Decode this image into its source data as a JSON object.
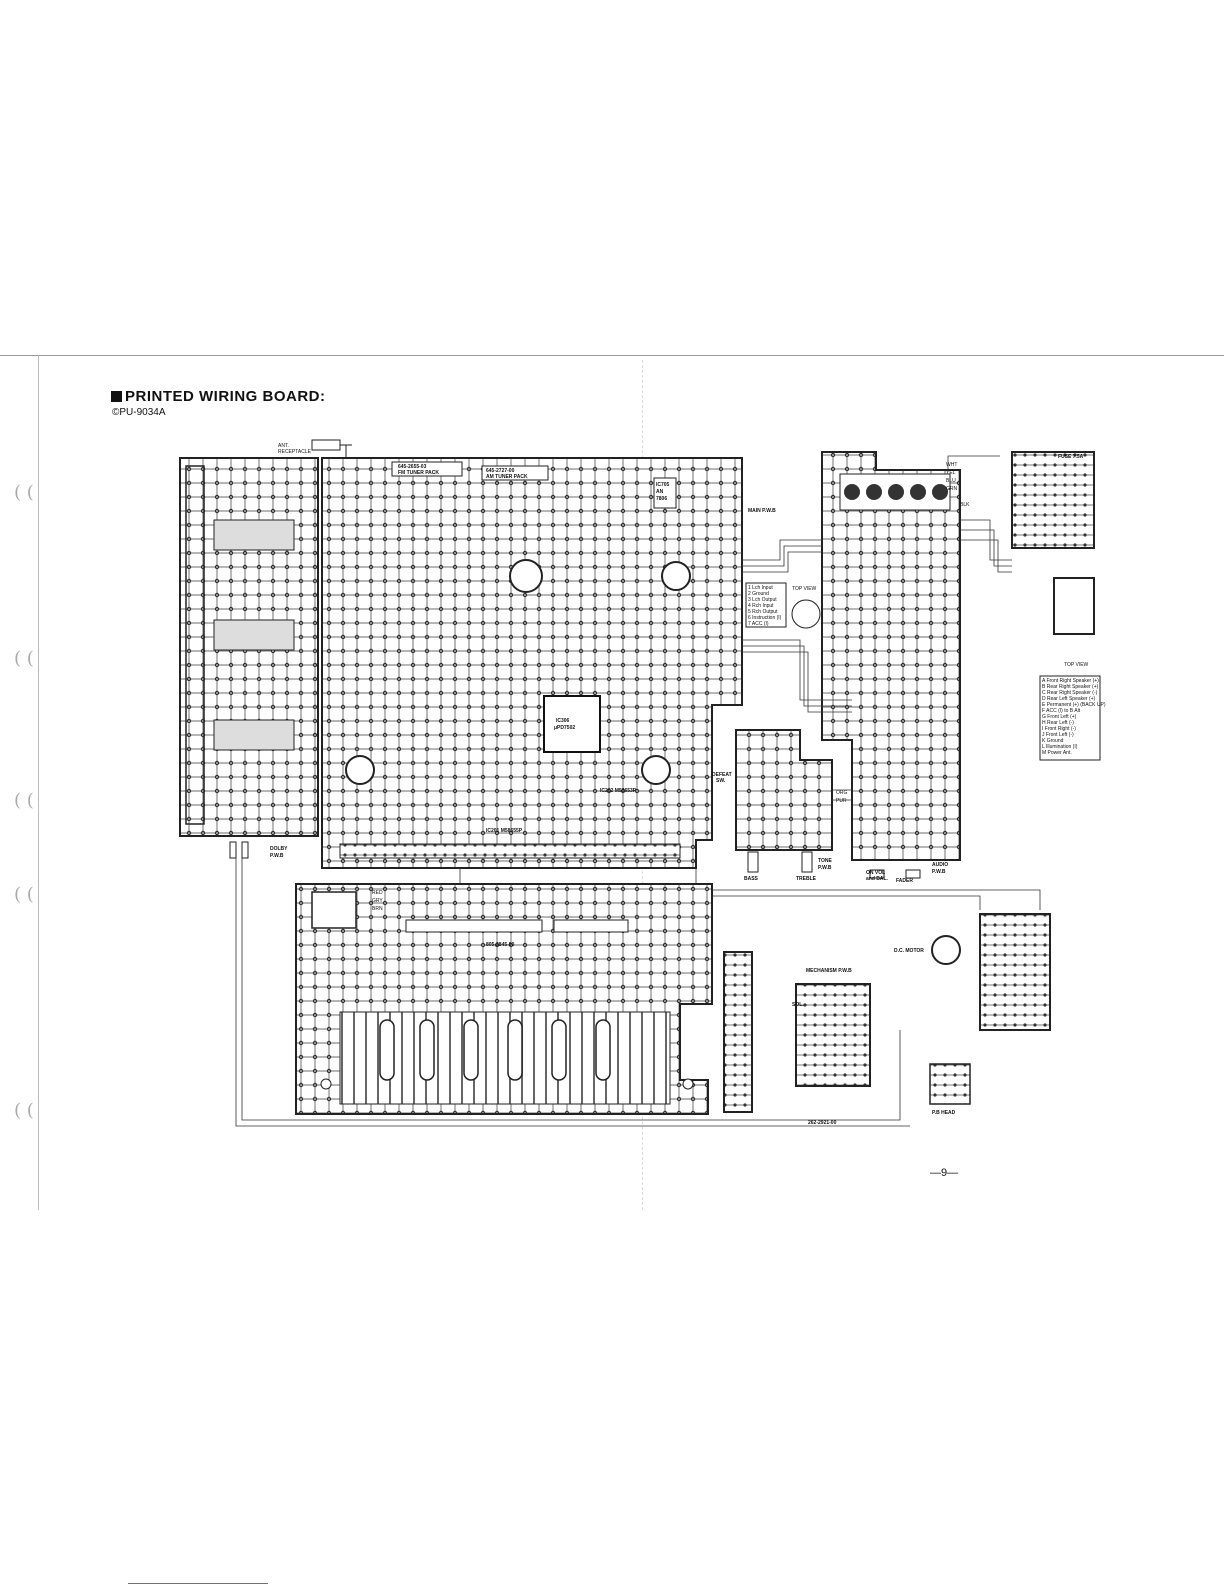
{
  "header": {
    "title": "PRINTED WIRING BOARD:",
    "model": "©PU-9034A"
  },
  "page_number": "—9—",
  "labels": {
    "ant_receptacle_1": "ANT.",
    "ant_receptacle_2": "RECEPTACLE",
    "fm_tuner_pack_code": "645-2655-03",
    "fm_tuner_pack": "FM TUNER PACK",
    "am_tuner_pack_code": "645-2727-00",
    "am_tuner_pack": "AM TUNER PACK",
    "ic705_1": "IC705",
    "ic705_2": "AN",
    "ic705_3": "7806",
    "main_pwb": "MAIN P.W.B",
    "ic306_1": "IC306",
    "ic306_2": "μPD7502",
    "ic202": "IC202 M58653P",
    "ic201": "IC201 M58655P",
    "dolby_pwb_1": "DOLBY",
    "dolby_pwb_2": "P.W.B",
    "defeat_sw_1": "DEFEAT",
    "defeat_sw_2": "SW.",
    "tone_pwb_1": "TONE",
    "tone_pwb_2": "P.W.B",
    "bass": "BASS",
    "treble": "TREBLE",
    "on_vol_1": "ON VOL",
    "on_vol_2": "and BAL.",
    "fader": "FADER",
    "audio_pwb_1": "AUDIO",
    "audio_pwb_2": "P.W.B",
    "top_view_1": "TOP VIEW",
    "top_view_2": "TOP VIEW",
    "fuse": "FUSE 7.5A",
    "display_board_code": "805-2845-00",
    "mechanism_pwb": "MECHANISM P.W.B",
    "dc_motor": "D.C. MOTOR",
    "sol_1": "SOL.",
    "pb_head": "P.B HEAD",
    "mechanism_code": "262-2921-00"
  },
  "wire_colors": [
    "RED",
    "GRY",
    "BRN",
    "BLK",
    "WHT",
    "YEL",
    "BLU",
    "GRN",
    "ORG",
    "PUR"
  ],
  "connector_labels": [
    "RED",
    "GRY",
    "BRN",
    "WHT",
    "YEL",
    "BLU",
    "GRN",
    "BLK",
    "ORG",
    "PUR"
  ],
  "pin_table_small": [
    "1  Lch Input",
    "2  Ground",
    "3  Lch Output",
    "4  Rch Input",
    "5  Rch Output",
    "6  Instruction (I)",
    "7  ACC (I)"
  ],
  "pin_table_large": [
    "A  Front Right Speaker (+)",
    "B  Rear Right Speaker (+)",
    "C  Rear Right Speaker (-)",
    "D  Rear Left Speaker (+)",
    "E  Permanent (+) (BACK UP)",
    "F  ACC (I) to B Alt",
    "G  Front Left  (+)",
    "H  Rear Left  (-)",
    "I  Front Right (-)",
    "J  Front Left (-)",
    "K  Ground",
    "L  Illumination (I)",
    "M  Power Ant."
  ]
}
